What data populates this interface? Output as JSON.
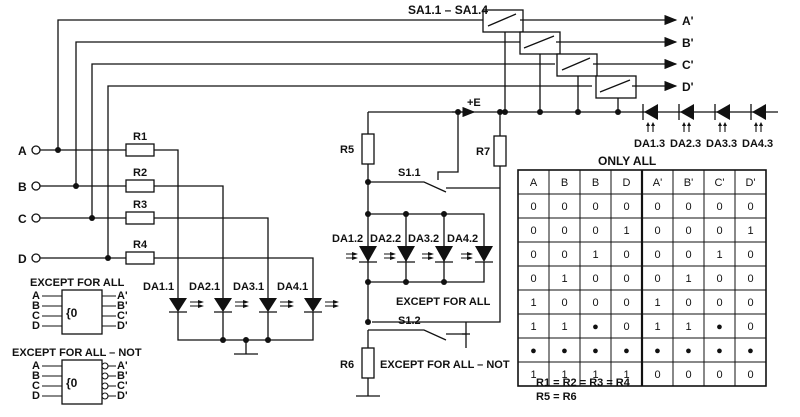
{
  "switch": {
    "label": "SA1.1 – SA1.4"
  },
  "inputs": [
    "A",
    "B",
    "C",
    "D"
  ],
  "outputs": [
    "A'",
    "B'",
    "C'",
    "D'"
  ],
  "resistors": {
    "r1": "R1",
    "r2": "R2",
    "r3": "R3",
    "r4": "R4",
    "r5": "R5",
    "r6": "R6",
    "r7": "R7"
  },
  "supply": "+E",
  "switches": {
    "s11": "S1.1",
    "s12": "S1.2"
  },
  "leds_left": [
    "DA1.1",
    "DA2.1",
    "DA3.1",
    "DA4.1"
  ],
  "leds_mid": [
    "DA1.2",
    "DA2.2",
    "DA3.2",
    "DA4.2"
  ],
  "leds_top": [
    "DA1.3",
    "DA2.3",
    "DA3.3",
    "DA4.3"
  ],
  "blocks": {
    "except_all": {
      "title": "EXCEPT FOR ALL",
      "symbol": "{0"
    },
    "except_all_not": {
      "title": "EXCEPT FOR ALL – NOT",
      "symbol": "{0"
    }
  },
  "block_inputs": [
    "A",
    "B",
    "C",
    "D"
  ],
  "block_outputs": [
    "A'",
    "B'",
    "C'",
    "D'"
  ],
  "labels": {
    "except_all": "EXCEPT FOR ALL",
    "except_all_not": "EXCEPT FOR ALL – NOT"
  },
  "table": {
    "title": "ONLY ALL",
    "headers": [
      "A",
      "B",
      "B",
      "D",
      "A'",
      "B'",
      "C'",
      "D'"
    ],
    "rows": [
      [
        "0",
        "0",
        "0",
        "0",
        "0",
        "0",
        "0",
        "0"
      ],
      [
        "0",
        "0",
        "0",
        "1",
        "0",
        "0",
        "0",
        "1"
      ],
      [
        "0",
        "0",
        "1",
        "0",
        "0",
        "0",
        "1",
        "0"
      ],
      [
        "0",
        "1",
        "0",
        "0",
        "0",
        "1",
        "0",
        "0"
      ],
      [
        "1",
        "0",
        "0",
        "0",
        "1",
        "0",
        "0",
        "0"
      ],
      [
        "1",
        "1",
        "●",
        "0",
        "1",
        "1",
        "●",
        "0"
      ],
      [
        "●",
        "●",
        "●",
        "●",
        "●",
        "●",
        "●",
        "●"
      ],
      [
        "1",
        "1",
        "1",
        "1",
        "0",
        "0",
        "0",
        "0"
      ]
    ]
  },
  "equations": [
    "R1 = R2 = R3 = R4",
    "R5 = R6"
  ]
}
